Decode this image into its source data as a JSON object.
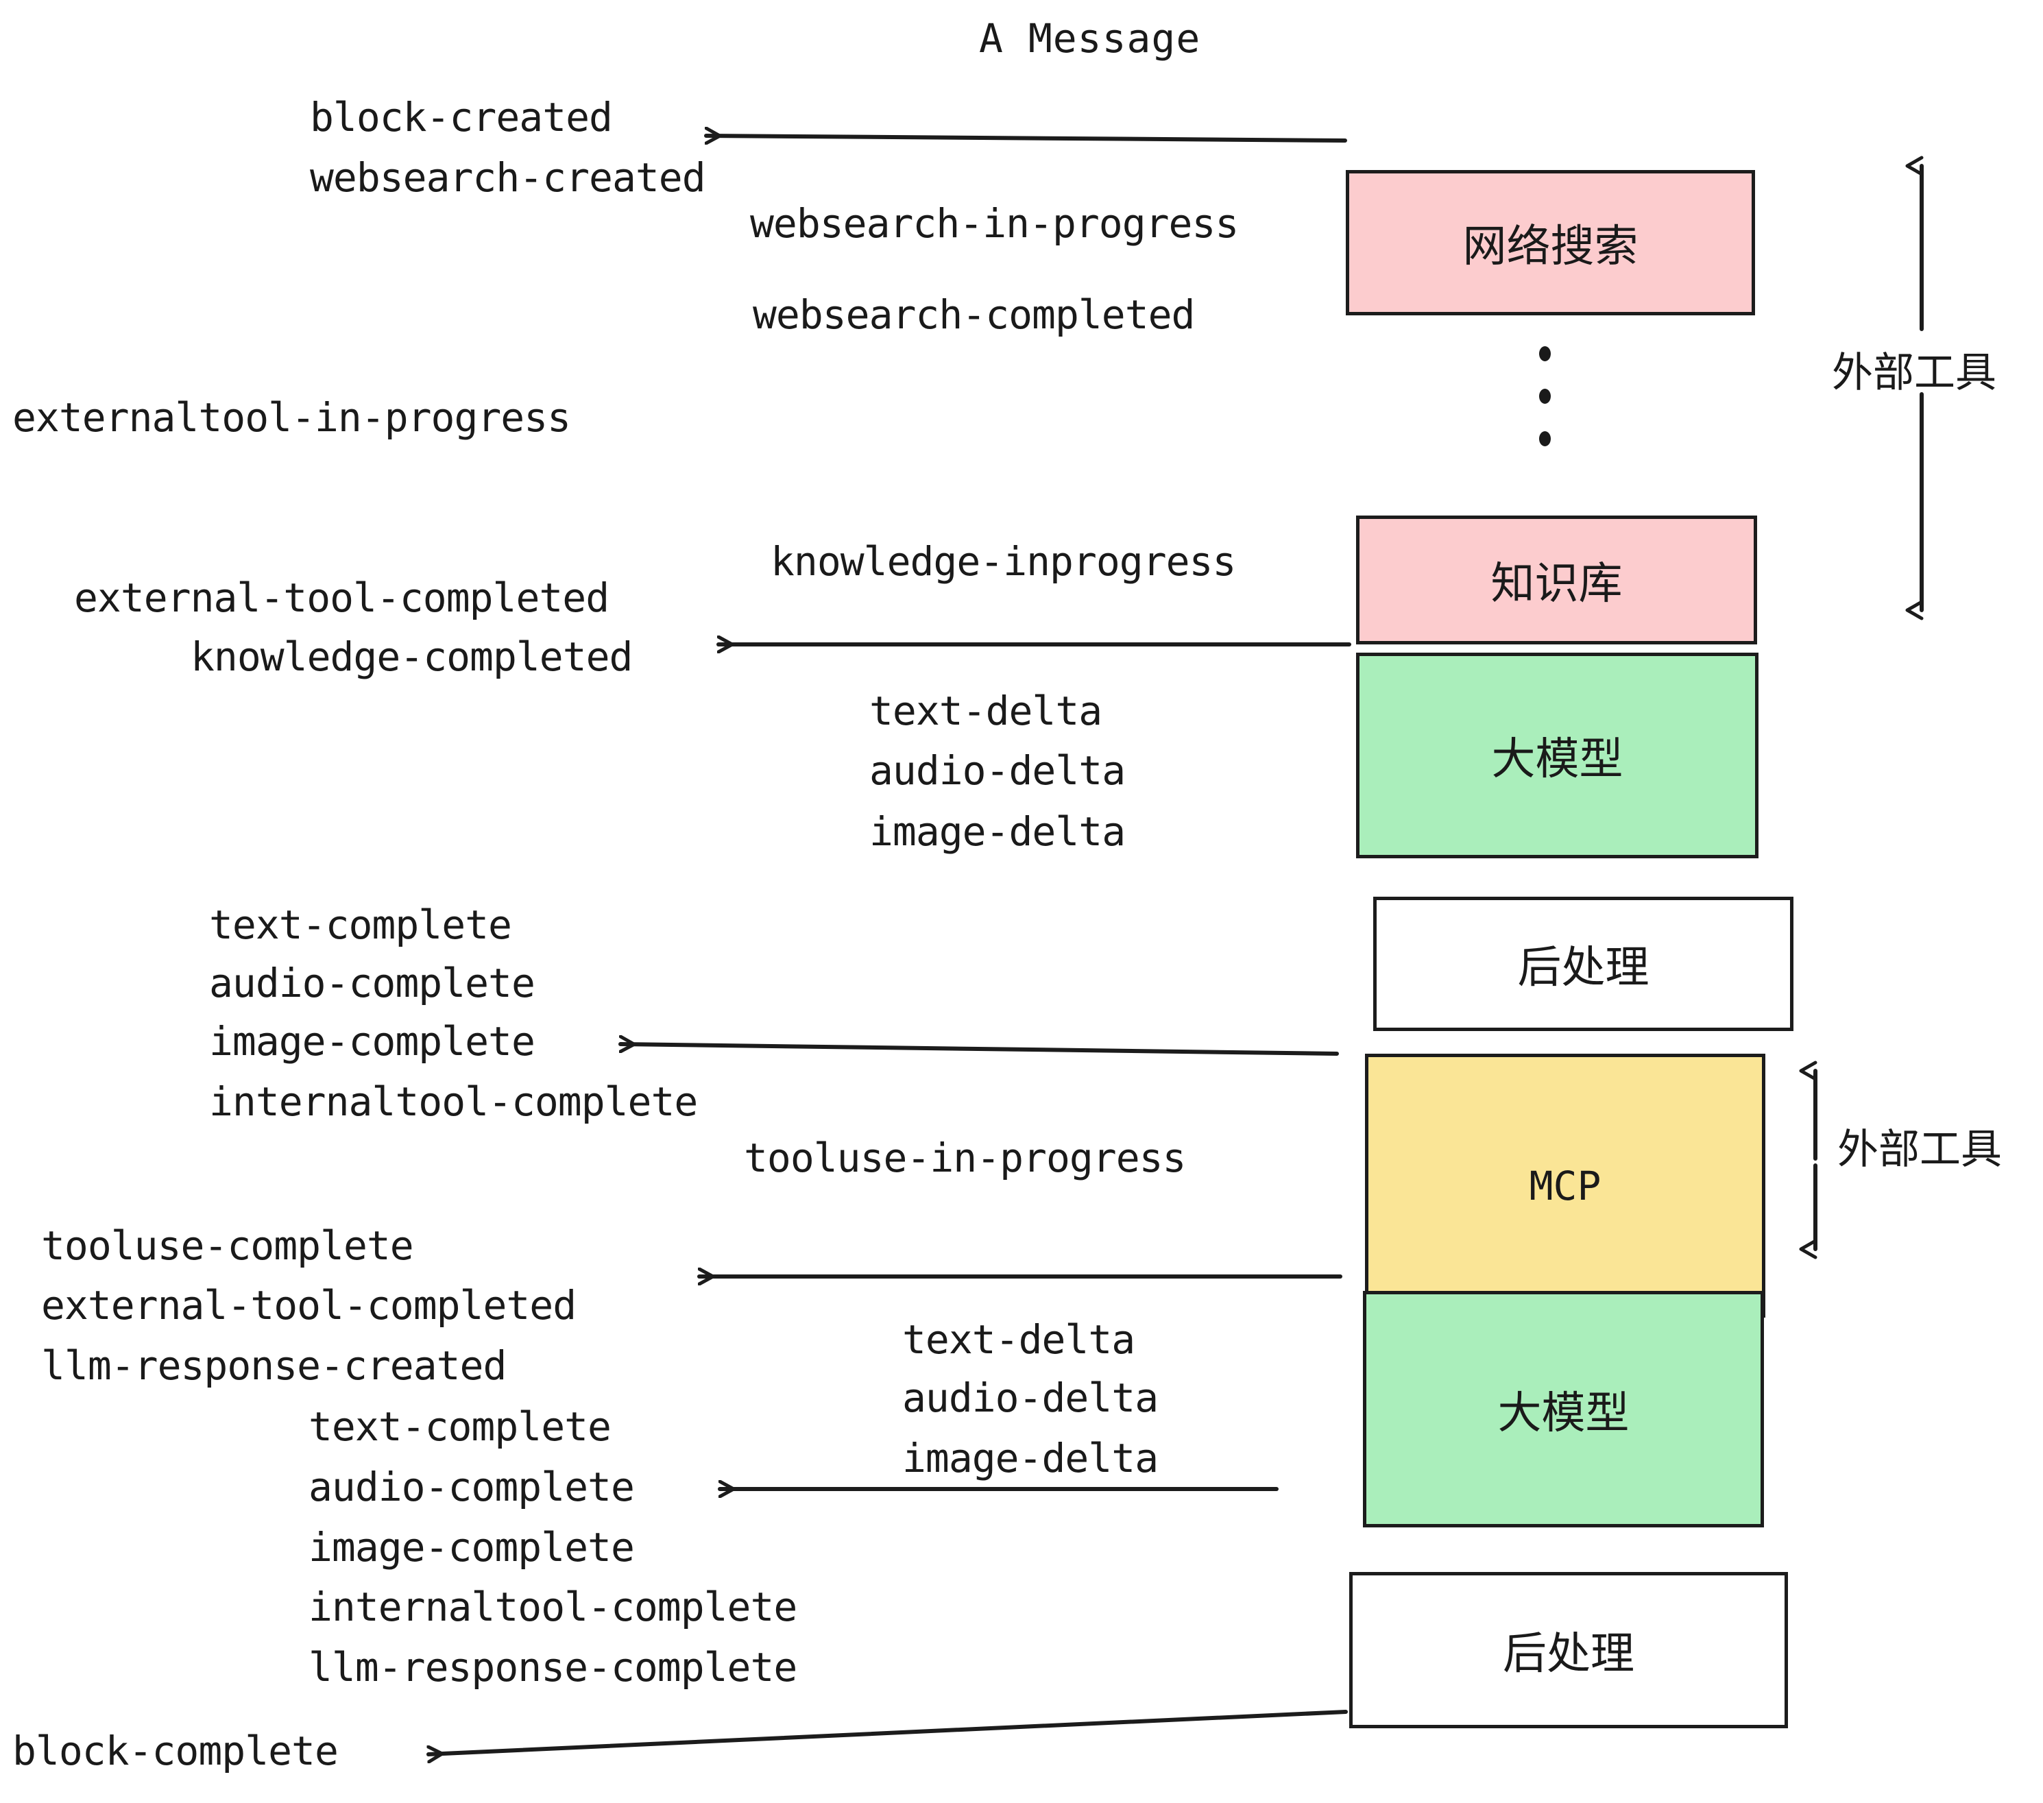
{
  "diagram": {
    "title": "A Message",
    "background": "#ffffff",
    "stroke": "#1c1c1c",
    "colors": {
      "tool_pink": "#fcccce",
      "llm_green": "#aaeebb",
      "mcp_yellow": "#fae596",
      "postprocess_white": "#ffffff",
      "text": "#1a1a1a"
    }
  },
  "nodes": [
    {
      "id": "websearch",
      "label": "网络搜索",
      "fill": "#fcccce",
      "mono": false
    },
    {
      "id": "knowledge",
      "label": "知识库",
      "fill": "#fcccce",
      "mono": false
    },
    {
      "id": "llm-top",
      "label": "大模型",
      "fill": "#aaeebb",
      "mono": false
    },
    {
      "id": "post-top",
      "label": "后处理",
      "fill": "#ffffff",
      "mono": false
    },
    {
      "id": "mcp",
      "label": "MCP",
      "fill": "#fae596",
      "mono": true
    },
    {
      "id": "llm-bottom",
      "label": "大模型",
      "fill": "#aaeebb",
      "mono": false
    },
    {
      "id": "post-bottom",
      "label": "后处理",
      "fill": "#ffffff",
      "mono": false
    }
  ],
  "side_labels": [
    {
      "id": "external-tools-top",
      "label": "外部工具"
    },
    {
      "id": "external-tools-bottom",
      "label": "外部工具"
    }
  ],
  "events": [
    {
      "id": "e01",
      "text": "block-created"
    },
    {
      "id": "e02",
      "text": "websearch-created"
    },
    {
      "id": "e03",
      "text": "websearch-in-progress"
    },
    {
      "id": "e04",
      "text": "websearch-completed"
    },
    {
      "id": "e05",
      "text": "externaltool-in-progress"
    },
    {
      "id": "e06",
      "text": "knowledge-inprogress"
    },
    {
      "id": "e07",
      "text": "external-tool-completed"
    },
    {
      "id": "e08",
      "text": "knowledge-completed"
    },
    {
      "id": "e09",
      "text": "text-delta"
    },
    {
      "id": "e10",
      "text": "audio-delta"
    },
    {
      "id": "e11",
      "text": "image-delta"
    },
    {
      "id": "e12",
      "text": "text-complete"
    },
    {
      "id": "e13",
      "text": "audio-complete"
    },
    {
      "id": "e14",
      "text": "image-complete"
    },
    {
      "id": "e15",
      "text": "internaltool-complete"
    },
    {
      "id": "e16",
      "text": "tooluse-in-progress"
    },
    {
      "id": "e17",
      "text": "tooluse-complete"
    },
    {
      "id": "e18",
      "text": "external-tool-completed"
    },
    {
      "id": "e19",
      "text": "llm-response-created"
    },
    {
      "id": "e20",
      "text": "text-complete"
    },
    {
      "id": "e21",
      "text": "audio-complete"
    },
    {
      "id": "e22",
      "text": "image-complete"
    },
    {
      "id": "e23",
      "text": "internaltool-complete"
    },
    {
      "id": "e24",
      "text": "llm-response-complete"
    },
    {
      "id": "e25",
      "text": "text-delta"
    },
    {
      "id": "e26",
      "text": "audio-delta"
    },
    {
      "id": "e27",
      "text": "image-delta"
    },
    {
      "id": "e28",
      "text": "block-complete"
    }
  ]
}
